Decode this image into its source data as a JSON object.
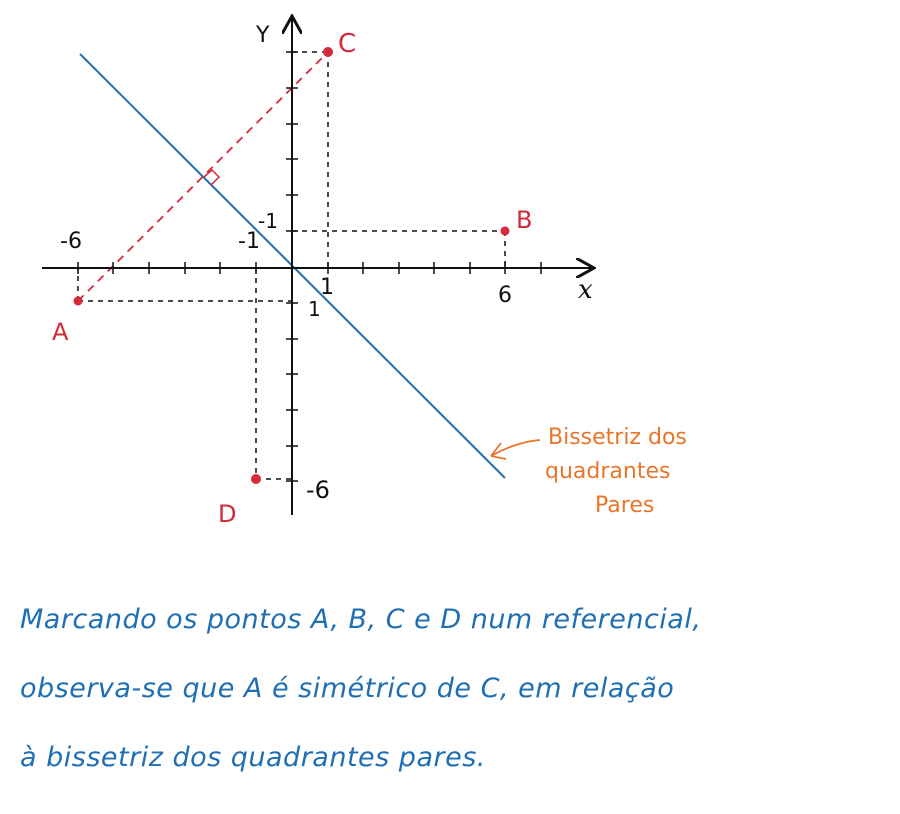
{
  "axes": {
    "x_label": "x",
    "y_label": "Y",
    "x_ticks": [
      "-6",
      "-1",
      "1",
      "6"
    ],
    "y_ticks": [
      "-1",
      "1",
      "-6"
    ],
    "range": [
      -6,
      8
    ]
  },
  "points": [
    {
      "label": "A",
      "x": -6,
      "y": -1
    },
    {
      "label": "B",
      "x": 6,
      "y": 1
    },
    {
      "label": "C",
      "x": 1,
      "y": 6
    },
    {
      "label": "D",
      "x": -1,
      "y": -6
    }
  ],
  "bisector": {
    "label_lines": [
      "Bissetriz dos",
      "quadrantes",
      "Pares"
    ],
    "color": "#1f6fb2"
  },
  "colors": {
    "point": "#d42a3a",
    "axis": "#111111",
    "annotation": "#e8762a",
    "caption": "#1f6fb2"
  },
  "caption": [
    "Marcando os pontos A, B, C e D num referencial,",
    "observa-se que A é simétrico de C, em relação",
    "à bissetriz dos quadrantes pares."
  ]
}
